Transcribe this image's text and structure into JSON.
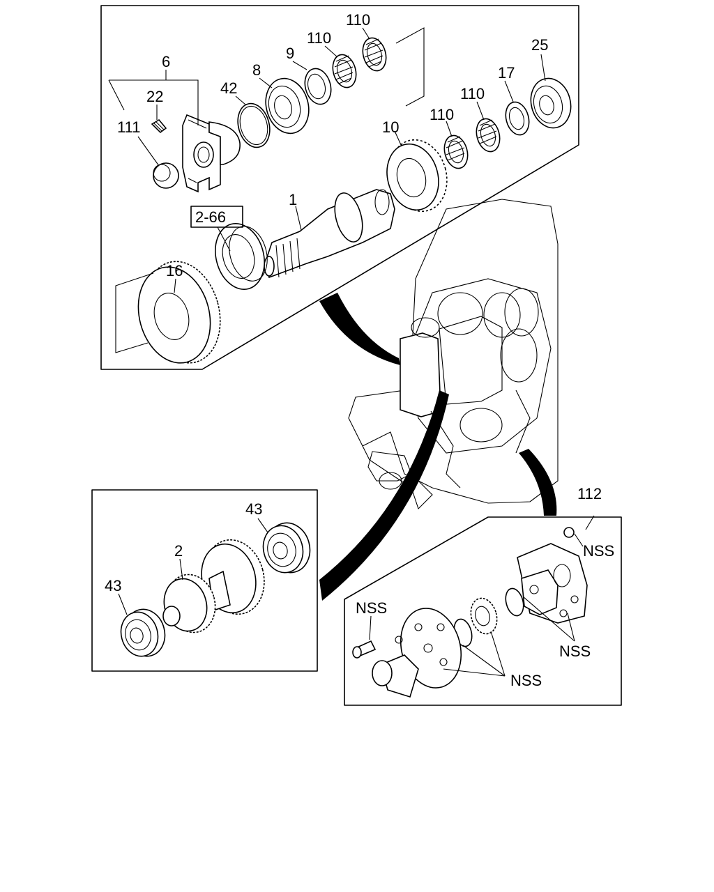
{
  "labels": {
    "p6": "6",
    "p22": "22",
    "p111": "111",
    "p42": "42",
    "p8": "8",
    "p9": "9",
    "p110a": "110",
    "p110b": "110",
    "p25": "25",
    "p17": "17",
    "p110c": "110",
    "p110d": "110",
    "p10": "10",
    "p1": "1",
    "p266": "2-66",
    "p16": "16",
    "p43a": "43",
    "p2": "2",
    "p43b": "43",
    "p112": "112",
    "nss1": "NSS",
    "nss2": "NSS",
    "nss3": "NSS",
    "nss4": "NSS"
  }
}
